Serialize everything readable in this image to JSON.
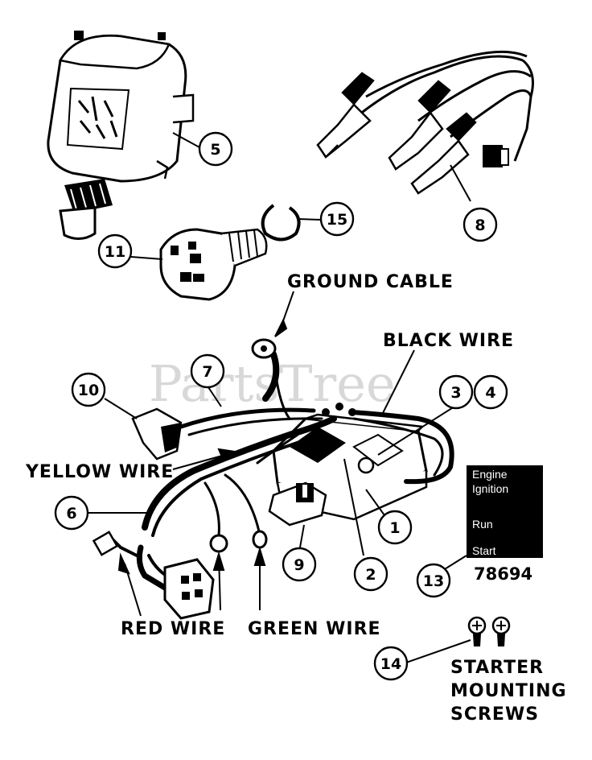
{
  "watermark": "PartsTree",
  "callouts": [
    "1",
    "2",
    "3",
    "4",
    "5",
    "6",
    "7",
    "8",
    "9",
    "10",
    "11",
    "13",
    "14",
    "15"
  ],
  "labels": {
    "ground_cable": "GROUND CABLE",
    "black_wire": "BLACK WIRE",
    "yellow_wire": "YELLOW WIRE",
    "red_wire": "RED WIRE",
    "green_wire": "GREEN WIRE",
    "starter_screws": [
      "STARTER",
      "MOUNTING",
      "SCREWS"
    ]
  },
  "sticker": {
    "line1": "Engine",
    "line2": "Ignition",
    "run": "Run",
    "start": "Start",
    "part_number": "78694"
  }
}
